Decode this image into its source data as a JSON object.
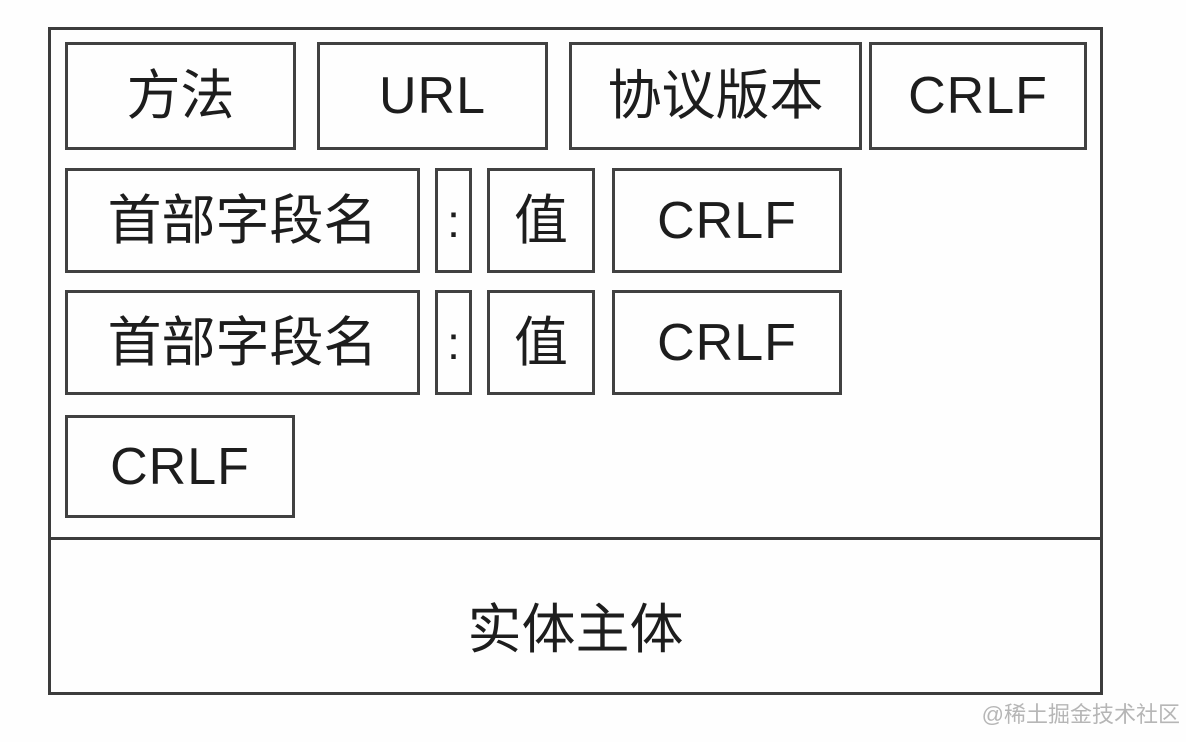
{
  "diagram": {
    "request_line": {
      "method_label": "方法",
      "url_label": "URL",
      "protocol_version_label": "协议版本",
      "crlf_label": "CRLF"
    },
    "header_rows": [
      {
        "field_label": "首部字段名",
        "separator": ":",
        "value_label": "值",
        "crlf_label": "CRLF"
      },
      {
        "field_label": "首部字段名",
        "separator": ":",
        "value_label": "值",
        "crlf_label": "CRLF"
      }
    ],
    "blank_line": {
      "crlf_label": "CRLF"
    },
    "entity_body": {
      "label": "实体主体"
    }
  },
  "watermark": {
    "text": "@稀土掘金技术社区"
  },
  "colors": {
    "border": "#3c3c3c",
    "cell_border": "#414141",
    "text": "#1d1d1d",
    "background": "#fefefe",
    "watermark": "#b6b6b6"
  }
}
